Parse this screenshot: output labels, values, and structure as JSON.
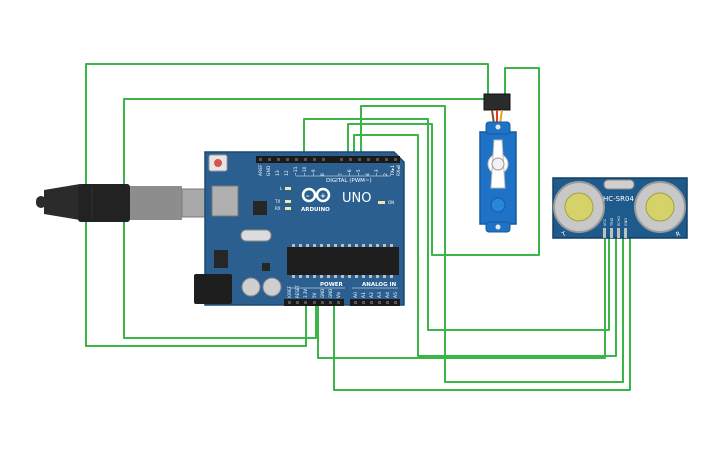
{
  "arduino": {
    "brand_label": "ARDUINO",
    "model_label": "UNO",
    "digital_header_label": "DIGITAL (PWM~)",
    "power_label": "POWER",
    "analog_label": "ANALOG IN",
    "tx_label": "TX",
    "rx_label": "RX",
    "l_label": "L",
    "on_label": "ON",
    "digital_pins": [
      "AREF",
      "GND",
      "13",
      "12",
      "~11",
      "~10",
      "~9",
      "8",
      "7",
      "~6",
      "~5",
      "4",
      "~3",
      "2",
      "TX▸1",
      "RX◂0"
    ],
    "power_pins": [
      "IOREF",
      "RESET",
      "3.3V",
      "5V",
      "GND",
      "GND",
      "Vin"
    ],
    "analog_pins": [
      "A0",
      "A1",
      "A2",
      "A3",
      "A4",
      "A5"
    ],
    "board_color": "#2a5f8f"
  },
  "sensor": {
    "name": "HC-SR04",
    "t_label": "T",
    "r_label": "R",
    "pins": [
      "VCC",
      "TRIG",
      "ECHO",
      "GND"
    ],
    "board_color": "#1f5a8c"
  },
  "servo": {
    "body_color": "#1f73c6"
  },
  "wire_color": "#3cb548"
}
